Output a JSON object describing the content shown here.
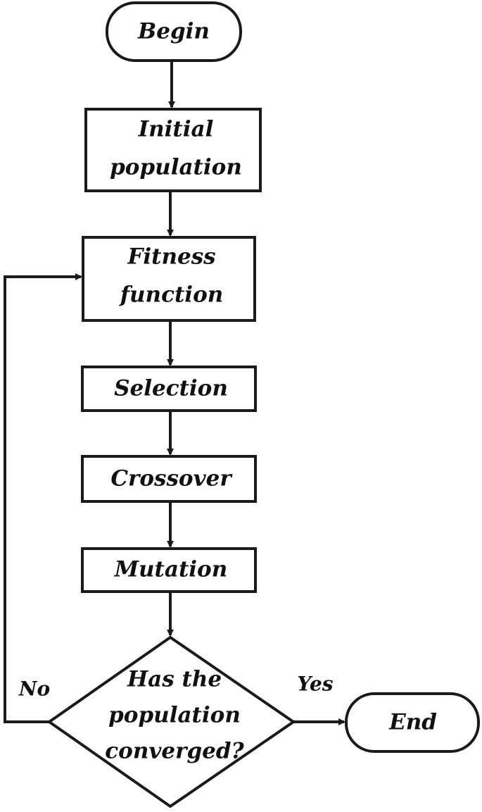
{
  "flowchart": {
    "begin": "Begin",
    "initial_population": [
      "Initial",
      "population"
    ],
    "fitness_function": [
      "Fitness",
      "function"
    ],
    "selection": "Selection",
    "crossover": "Crossover",
    "mutation": "Mutation",
    "decision": [
      "Has the",
      "population",
      "converged?"
    ],
    "end": "End",
    "no_label": "No",
    "yes_label": "Yes"
  }
}
